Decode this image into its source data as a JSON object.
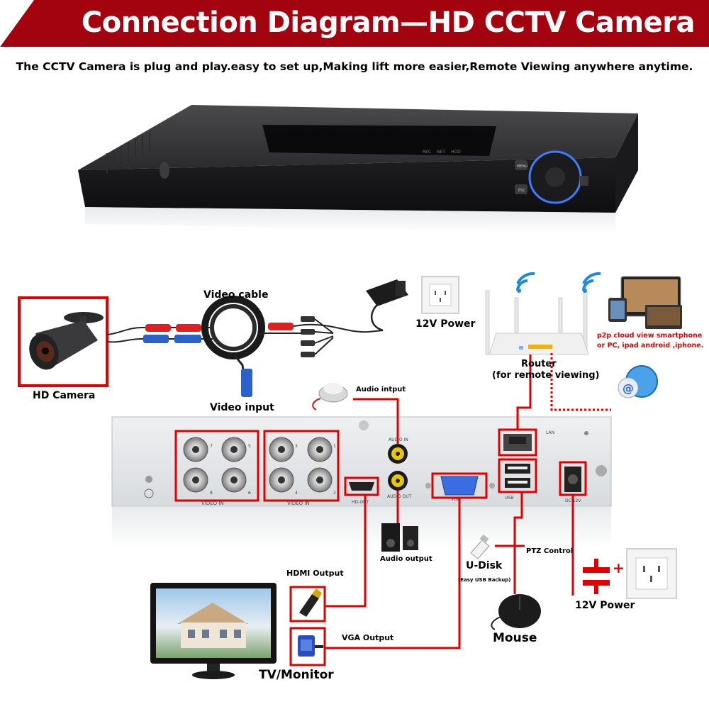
{
  "title": "Connection Diagram—HD CCTV Camera System",
  "subtitle": "The CCTV Camera is plug and play.easy to set up,Making lift more easier,Remote Viewing anywhere anytime.",
  "colors": {
    "accent": "#e60000",
    "title_bar": "#a3030f",
    "dvr": "#2a2a2c",
    "panel": "#e4e6e8"
  },
  "dvr_front": {
    "indicators": [
      "REC",
      "NET",
      "HDD"
    ],
    "buttons": [
      "MENU",
      "ESC"
    ]
  },
  "labels": {
    "hd_camera": "HD Camera",
    "video_cable": "Video cable",
    "video_input": "Video input",
    "power_top": "12V Power",
    "router": "Router",
    "router_sub": "(for remote viewing)",
    "p2p_line1": "p2p cloud  view smartphone",
    "p2p_line2": "or PC, ipad android ,iphone.",
    "audio_input": "Audio intput",
    "audio_output": "Audio output",
    "hdmi_output": "HDMI Output",
    "vga_output": "VGA Output",
    "tv_monitor": "TV/Monitor",
    "u_disk": "U-Disk",
    "u_disk_sub": "(Easy USB Backup)",
    "ptz_control": "PTZ Control",
    "mouse": "Mouse",
    "power_bottom": "12V Power"
  },
  "panel_labels": {
    "bnc_nums": [
      "7",
      "5",
      "3",
      "1",
      "8",
      "6",
      "4",
      "2"
    ],
    "video_in": "VIDEO IN",
    "audio_in": "AUDIO IN",
    "audio_out": "AUDIO OUT",
    "hd_out": "HD-OUT",
    "vga": "VGA",
    "lan": "LAN",
    "usb": "USB",
    "dc": "DC 12V"
  }
}
